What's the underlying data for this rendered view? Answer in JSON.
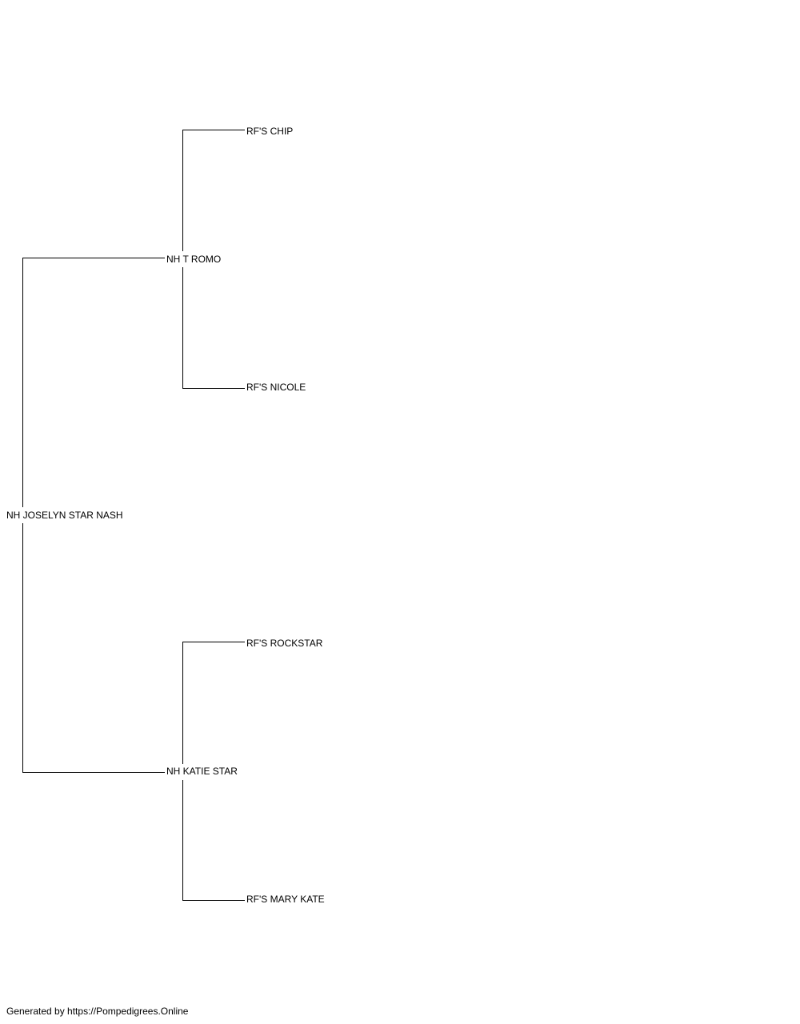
{
  "pedigree": {
    "subject": "NH JOSELYN STAR NASH",
    "sire": "NH T ROMO",
    "dam": "NH KATIE STAR",
    "sire_sire": "RF'S CHIP",
    "sire_dam": "RF'S NICOLE",
    "dam_sire": "RF'S ROCKSTAR",
    "dam_dam": "RF'S MARY KATE"
  },
  "footer": {
    "text": "Generated by https://Pompedigrees.Online"
  }
}
